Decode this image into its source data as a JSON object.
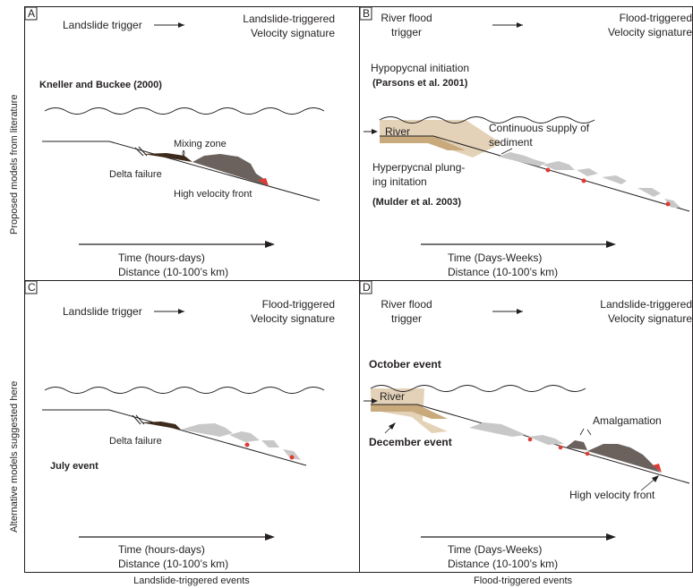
{
  "panels": {
    "A": {
      "letter": "A",
      "trigger": "Landslide trigger",
      "signature_line1": "Landslide-triggered",
      "signature_line2": "Velocity signature",
      "reference": "Kneller and Buckee (2000)",
      "mixing_zone": "Mixing zone",
      "delta_failure": "Delta failure",
      "high_velocity_front": "High velocity front",
      "time_prefix": "Time ",
      "time_unit": "(hours-days)",
      "distance_prefix": "Distance ",
      "distance_unit": "(10-100’s km)"
    },
    "B": {
      "letter": "B",
      "trigger_line1": "River flood",
      "trigger_line2": "trigger",
      "signature_line1": "Flood-triggered",
      "signature_line2": "Velocity signature",
      "hypopycnal": "Hypopycnal initiation",
      "parsons": "(Parsons et al. 2001)",
      "river": "River",
      "continuous_line1": "Continuous supply of",
      "continuous_line2": "sediment",
      "hyperpycnal_line1": "Hyperpycnal plung-",
      "hyperpycnal_line2": "ing initation",
      "mulder": "(Mulder et al. 2003)",
      "time_prefix": "Time ",
      "time_unit": "(Days-Weeks)",
      "distance_prefix": "Distance ",
      "distance_unit": "(10-100’s km)"
    },
    "C": {
      "letter": "C",
      "trigger": "Landslide trigger",
      "signature_line1": "Flood-triggered",
      "signature_line2": "Velocity signature",
      "delta_failure": "Delta failure",
      "july_event": "July event",
      "time_prefix": "Time ",
      "time_unit": "(hours-days)",
      "distance_prefix": "Distance ",
      "distance_unit": "(10-100’s km)"
    },
    "D": {
      "letter": "D",
      "trigger_line1": "River flood",
      "trigger_line2": "trigger",
      "signature_line1": "Landslide-triggered",
      "signature_line2": "Velocity signature",
      "october_event": "October event",
      "river": "River",
      "december_event": "December event",
      "amalgamation": "Amalgamation",
      "high_velocity_front": "High velocity front",
      "time_prefix": "Time ",
      "time_unit": "(Days-Weeks)",
      "distance_prefix": "Distance ",
      "distance_unit": "(10-100’s km)"
    }
  },
  "side_labels": {
    "top": "Proposed models from literature",
    "bottom": "Alternative models suggested here"
  },
  "bottom_labels": {
    "left": "Landslide-triggered events",
    "right": "Flood-triggered events"
  },
  "colors": {
    "dark_brown": "#3e2a1c",
    "dark_grey": "#6b625e",
    "light_grey": "#c8c8c8",
    "sand": "#e3d2b8",
    "sand_dark": "#c9aa7c",
    "red_front": "#e03a33"
  }
}
